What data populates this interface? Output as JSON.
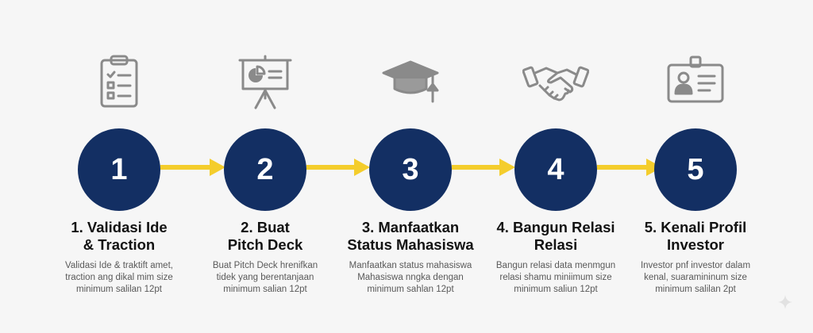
{
  "colors": {
    "circle": "#132f63",
    "arrow": "#f4cd2c",
    "icon_stroke": "#8a8a8a",
    "title": "#121212",
    "description": "#595959"
  },
  "steps": [
    {
      "number": "1",
      "icon": "clipboard-checklist-icon",
      "title_lines": [
        "1. Validasi Ide",
        "& Traction"
      ],
      "description_lines": [
        "Validasi Ide & traktift amet,",
        "traction ang dikal mim size",
        "minimum salilan 12pt"
      ]
    },
    {
      "number": "2",
      "icon": "presentation-board-icon",
      "title_lines": [
        "2. Buat",
        "Pitch Deck"
      ],
      "description_lines": [
        "Buat Pitch Deck hrenifkan",
        "tidek yang berentanjaan",
        "minimum salian 12pt"
      ]
    },
    {
      "number": "3",
      "icon": "graduation-cap-icon",
      "title_lines": [
        "3. Manfaatkan",
        "Status Mahasiswa"
      ],
      "description_lines": [
        "Manfaatkan status mahasiswa",
        "Mahasiswa nngka dengan",
        "minimum sahlan 12pt"
      ]
    },
    {
      "number": "4",
      "icon": "handshake-icon",
      "title_lines": [
        "4. Bangun Relasi",
        "Relasi"
      ],
      "description_lines": [
        "Bangun relasi data menmgun",
        "relasi shamu miniimum size",
        "minimum saliun 12pt"
      ]
    },
    {
      "number": "5",
      "icon": "id-card-icon",
      "title_lines": [
        "5. Kenali Profil",
        "Investor"
      ],
      "description_lines": [
        "Investor pnf investor dalam",
        "kenal, suaramininum size",
        "minimum salilan 2pt"
      ]
    }
  ]
}
